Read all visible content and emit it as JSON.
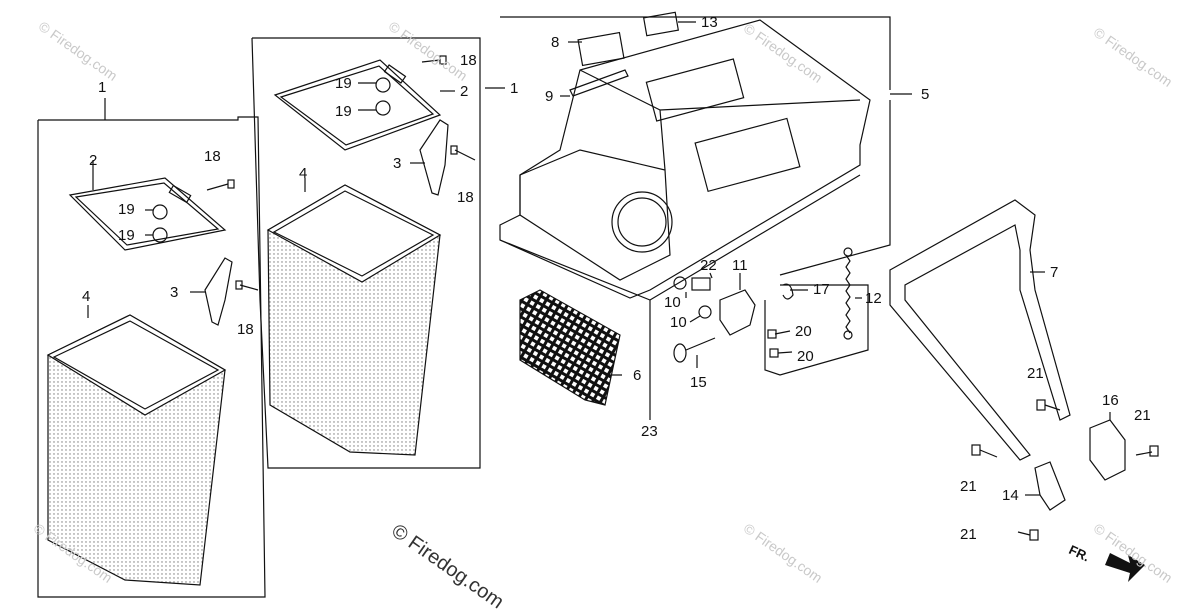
{
  "watermark": {
    "main_text": "© Firedog.com",
    "repeat_text": "© Firedog.com"
  },
  "direction_label": "FR.",
  "callouts": {
    "c1a": "1",
    "c1b": "1",
    "c2a": "2",
    "c2b": "2",
    "c3a": "3",
    "c3b": "3",
    "c4a": "4",
    "c4b": "4",
    "c5": "5",
    "c6": "6",
    "c7": "7",
    "c8": "8",
    "c9": "9",
    "c10a": "10",
    "c10b": "10",
    "c11": "11",
    "c12": "12",
    "c13": "13",
    "c14": "14",
    "c15": "15",
    "c16": "16",
    "c17": "17",
    "c18a": "18",
    "c18b": "18",
    "c18c": "18",
    "c18d": "18",
    "c19a": "19",
    "c19b": "19",
    "c19c": "19",
    "c19d": "19",
    "c20a": "20",
    "c20b": "20",
    "c21a": "21",
    "c21b": "21",
    "c21c": "21",
    "c21d": "21",
    "c22": "22",
    "c23": "23"
  },
  "colors": {
    "line": "#111111",
    "watermark": "#c9c9c9"
  }
}
